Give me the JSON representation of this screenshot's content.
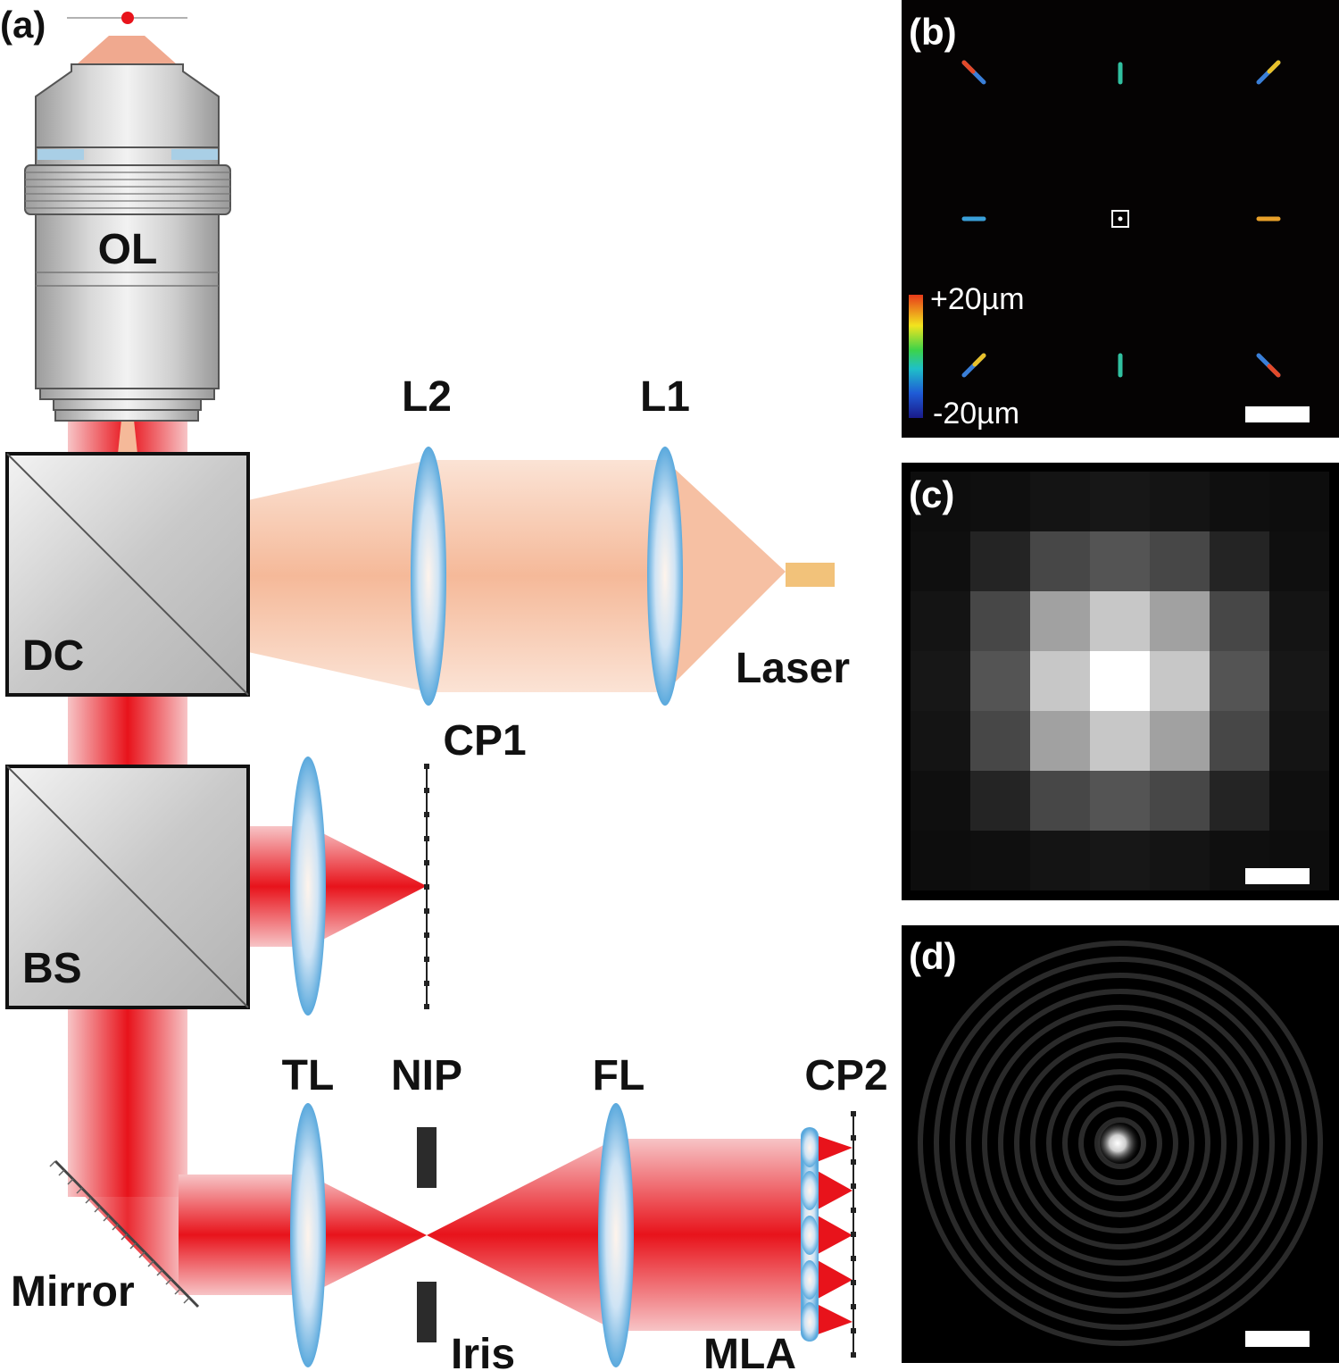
{
  "panels": {
    "a": "(a)",
    "b": "(b)",
    "c": "(c)",
    "d": "(d)"
  },
  "labels": {
    "ol": "OL",
    "l2": "L2",
    "l1": "L1",
    "laser": "Laser",
    "dc": "DC",
    "cp1": "CP1",
    "bs": "BS",
    "tl": "TL",
    "nip": "NIP",
    "fl": "FL",
    "cp2": "CP2",
    "mirror": "Mirror",
    "iris": "Iris",
    "mla": "MLA"
  },
  "colorbar": {
    "max": "+20µm",
    "min": "-20µm"
  },
  "colors": {
    "red_beam": "#e8131b",
    "orange_beam": "#f5b999",
    "lens_blue": "#5aa9dd",
    "cube_gray": "#c9c9c9",
    "laser_chip": "#f2c27a",
    "iris_dark": "#2b2b2b"
  },
  "psf_grid": [
    [
      0.05,
      0.06,
      0.08,
      0.09,
      0.08,
      0.06,
      0.05
    ],
    [
      0.06,
      0.14,
      0.28,
      0.33,
      0.28,
      0.14,
      0.06
    ],
    [
      0.08,
      0.28,
      0.63,
      0.78,
      0.63,
      0.28,
      0.08
    ],
    [
      0.09,
      0.33,
      0.78,
      1.0,
      0.78,
      0.33,
      0.09
    ],
    [
      0.08,
      0.28,
      0.63,
      0.78,
      0.63,
      0.28,
      0.08
    ],
    [
      0.06,
      0.14,
      0.28,
      0.33,
      0.28,
      0.14,
      0.06
    ],
    [
      0.05,
      0.06,
      0.08,
      0.09,
      0.08,
      0.06,
      0.05
    ]
  ]
}
